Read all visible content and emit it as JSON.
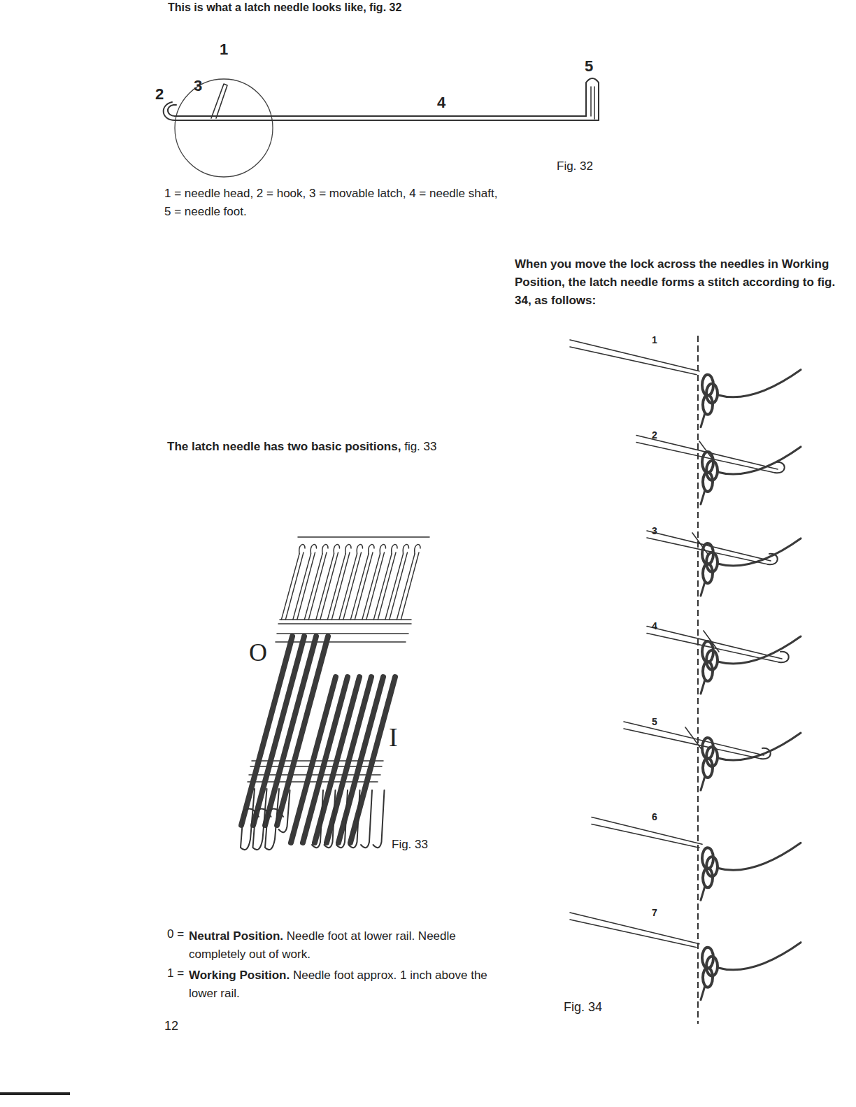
{
  "diagram": {
    "title": "This is what a latch needle looks like, fig. 32",
    "labels": [
      "1",
      "2",
      "3",
      "4",
      "5",
      "Fig. 32",
      "1 = needle head, 2 = hook, 3 = movable latch, 4 = needle shaft, 5 = needle foot.",
      "When you move the lock across the needles in Working Position, the latch needle forms a stitch according to fig. 34, as follows:",
      "The latch needle has two basic positions,",
      "fig. 33",
      "O",
      "I",
      "Fig. 33",
      "0 =",
      "Neutral Position.",
      "Needle foot at lower rail. Needle completely out of work.",
      "1 =",
      "Working Position.",
      "Needle foot approx. 1 inch above the lower rail.",
      "12",
      "1",
      "2",
      "3",
      "4",
      "5",
      "6",
      "7",
      "Fig. 34"
    ]
  }
}
